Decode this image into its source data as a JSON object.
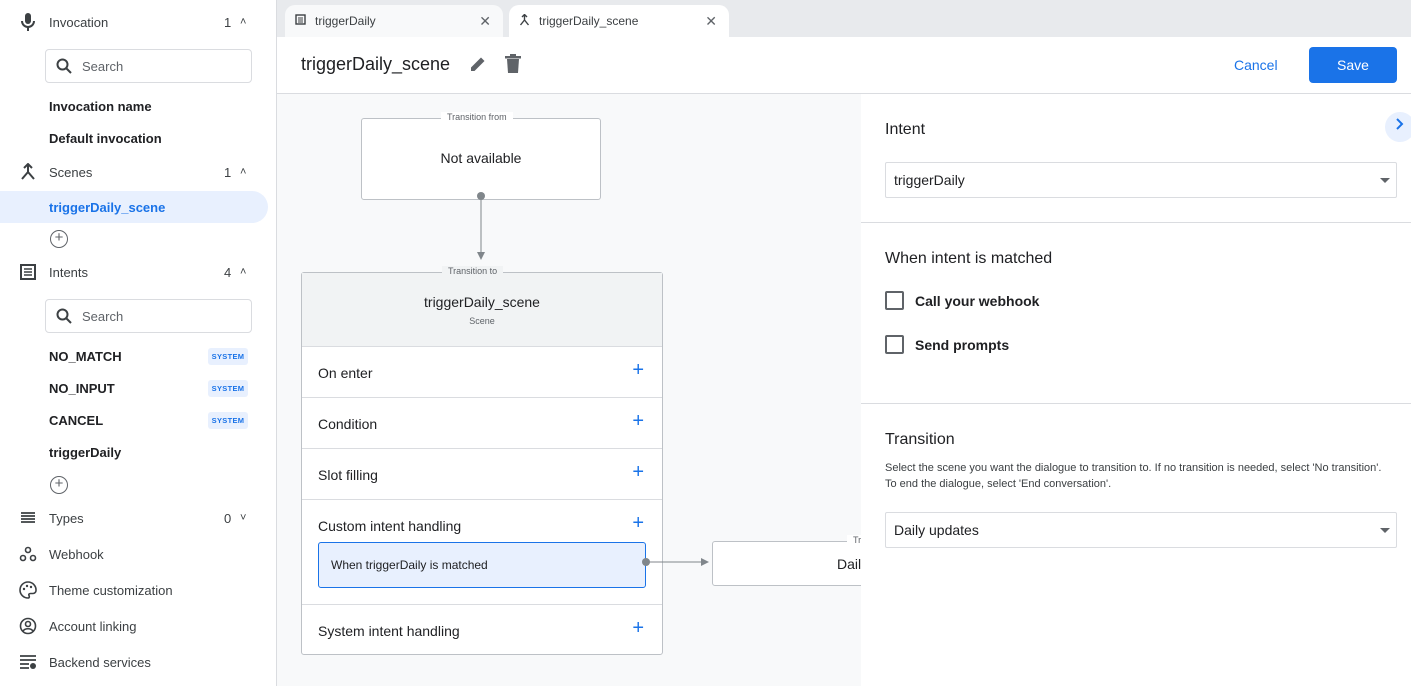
{
  "sidebar": {
    "invocation": {
      "label": "Invocation",
      "count": "1",
      "search_placeholder": "Search",
      "items": [
        "Invocation name",
        "Default invocation"
      ]
    },
    "scenes": {
      "label": "Scenes",
      "count": "1",
      "items": [
        "triggerDaily_scene"
      ]
    },
    "intents": {
      "label": "Intents",
      "count": "4",
      "search_placeholder": "Search",
      "items": [
        {
          "label": "NO_MATCH",
          "badge": "SYSTEM"
        },
        {
          "label": "NO_INPUT",
          "badge": "SYSTEM"
        },
        {
          "label": "CANCEL",
          "badge": "SYSTEM"
        },
        {
          "label": "triggerDaily"
        }
      ]
    },
    "types": {
      "label": "Types",
      "count": "0"
    },
    "webhook": "Webhook",
    "theme": "Theme customization",
    "account": "Account linking",
    "backend": "Backend services"
  },
  "tabs": [
    {
      "label": "triggerDaily",
      "icon": "intent-icon"
    },
    {
      "label": "triggerDaily_scene",
      "icon": "scene-icon"
    }
  ],
  "header": {
    "title": "triggerDaily_scene",
    "cancel": "Cancel",
    "save": "Save"
  },
  "canvas": {
    "from": {
      "legend": "Transition from",
      "text": "Not available"
    },
    "to": {
      "legend": "Transition to",
      "name": "triggerDaily_scene",
      "sub": "Scene"
    },
    "rows": [
      "On enter",
      "Condition",
      "Slot filling",
      "Custom intent handling",
      "System intent handling"
    ],
    "handler": "When triggerDaily is matched",
    "target": {
      "legend": "Tr",
      "text": "Dail"
    }
  },
  "panel": {
    "intent_title": "Intent",
    "intent_value": "triggerDaily",
    "matched_title": "When intent is matched",
    "webhook": "Call your webhook",
    "prompts": "Send prompts",
    "transition_title": "Transition",
    "transition_desc": "Select the scene you want the dialogue to transition to. If no transition is needed, select 'No transition'. To end the dialogue, select 'End conversation'.",
    "transition_value": "Daily updates"
  },
  "colors": {
    "accent": "#1a73e8",
    "selected_bg": "#e8f0fe"
  }
}
